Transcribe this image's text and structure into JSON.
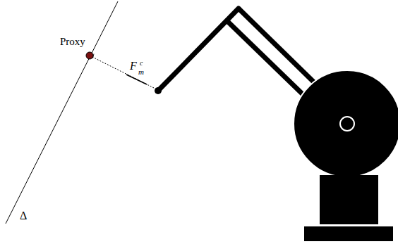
{
  "diagram": {
    "labels": [
      "Proxy",
      "F",
      "m",
      "c",
      "Δ"
    ]
  }
}
